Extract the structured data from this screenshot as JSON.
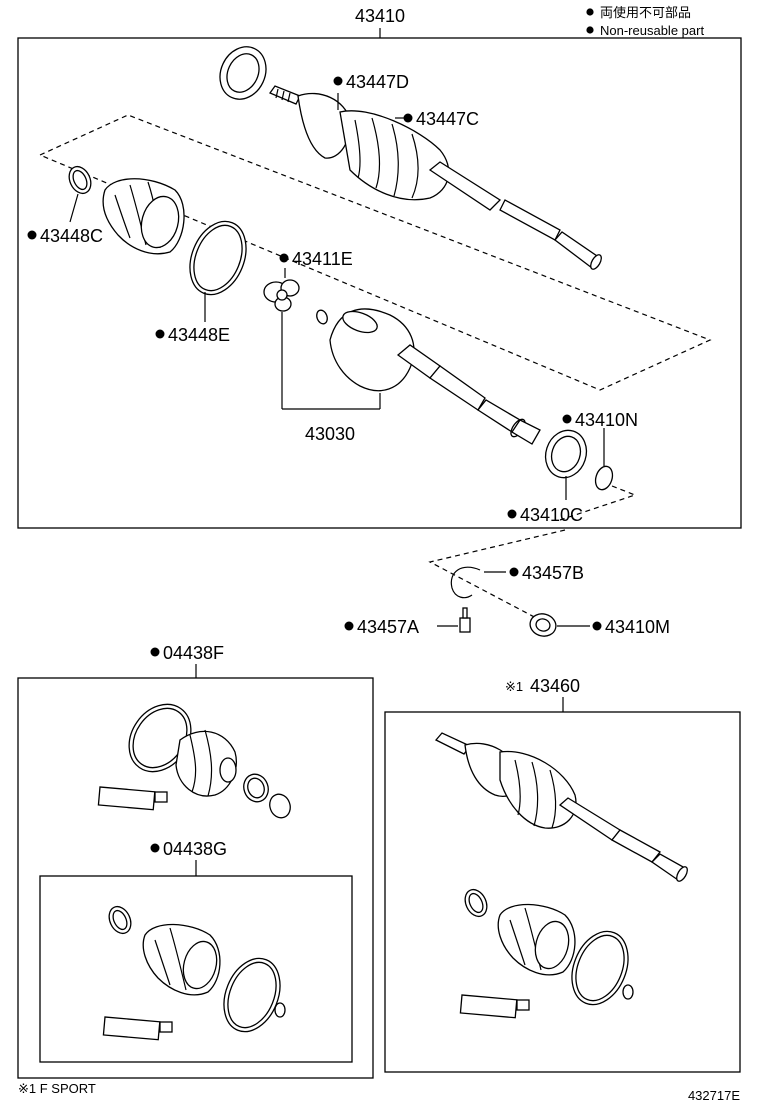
{
  "legend": {
    "japanese": "両使用不可部品",
    "english": "Non-reusable part"
  },
  "labels": {
    "assembly_main": "43410",
    "p43447D": "43447D",
    "p43447C": "43447C",
    "p43448C": "43448C",
    "p43411E": "43411E",
    "p43448E": "43448E",
    "p43030": "43030",
    "p43410N": "43410N",
    "p43410C": "43410C",
    "p43457B": "43457B",
    "p43457A": "43457A",
    "p43410M": "43410M",
    "p04438F": "04438F",
    "p04438G": "04438G",
    "assembly_sport_mark": "※1",
    "assembly_sport": "43460"
  },
  "footer": {
    "note": "※1 F SPORT",
    "diagram_id": "432717E"
  }
}
